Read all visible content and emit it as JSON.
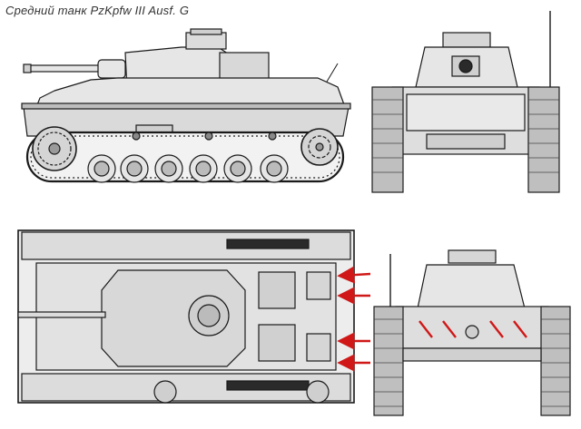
{
  "caption": "Средний танк PzKpfw III Ausf. G",
  "views": [
    {
      "id": "side",
      "desc": "side elevation"
    },
    {
      "id": "front",
      "desc": "front elevation"
    },
    {
      "id": "top",
      "desc": "top plan"
    },
    {
      "id": "rear",
      "desc": "rear elevation"
    }
  ],
  "annotations": {
    "arrow_color": "#d01818",
    "top_arrows": 4,
    "rear_arrows": 4
  },
  "colors": {
    "line": "#1a1a1a",
    "fill_light": "#e4e4e4",
    "fill_mid": "#c8c8c8",
    "fill_dark": "#2a2a2a",
    "paper": "#ffffff"
  }
}
